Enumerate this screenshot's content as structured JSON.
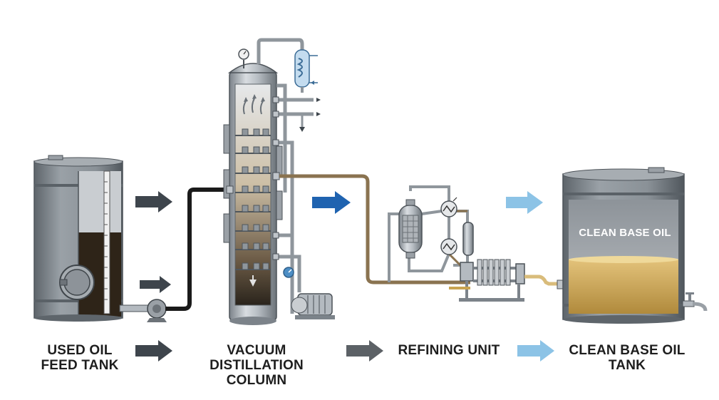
{
  "stages": [
    {
      "id": "feed",
      "line1": "USED OIL",
      "line2": "FEED TANK"
    },
    {
      "id": "column",
      "line1": "VACUUM DISTILLATION",
      "line2": "COLUMN"
    },
    {
      "id": "refining",
      "line1": "REFINING UNIT",
      "line2": ""
    },
    {
      "id": "tank",
      "line1": "CLEAN BASE OIL",
      "line2": "TANK"
    }
  ],
  "tank_label": "CLEAN BASE OIL",
  "colors": {
    "steel_dark": "#6f767c",
    "steel_light": "#d4d8dc",
    "used_oil": "#2e2418",
    "crude_pipe": "#1a1a1a",
    "distillate_pipe": "#8a7350",
    "clean_oil": "#c9a451",
    "arrow_dark": "#3e454c",
    "arrow_grey": "#5c6166",
    "arrow_blue": "#1f63b0",
    "arrow_light_blue": "#8cc3e6"
  },
  "icons": [
    "pressure-gauge-icon",
    "condenser-icon",
    "pump-icon",
    "motor-icon",
    "valve-icon",
    "faucet-icon",
    "heat-exchanger-icon",
    "filter-press-icon"
  ]
}
